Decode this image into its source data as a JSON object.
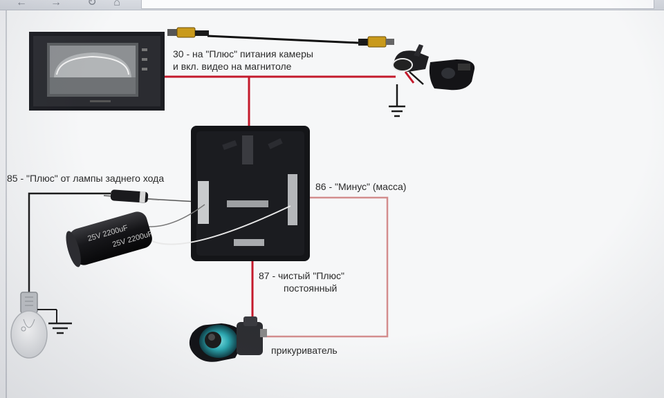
{
  "browser": {
    "nav_back_icon": "back-arrow-icon",
    "nav_forward_icon": "forward-arrow-icon",
    "reload_icon": "reload-icon",
    "home_icon": "home-icon"
  },
  "diagram": {
    "labels": {
      "pin30_line1": "30 - на \"Плюс\" питания камеры",
      "pin30_line2": "и вкл. видео на магнитоле",
      "pin85": "85 - \"Плюс\" от лампы заднего хода",
      "pin86": "86 - \"Минус\" (масса)",
      "pin87_line1": "87 - чистый \"Плюс\"",
      "pin87_line2": "постоянный",
      "lighter": "прикуриватель"
    },
    "capacitor_text": "25V 2200uF 25V 2200uF",
    "colors": {
      "red_wire": "#c41a2c",
      "pink_wire": "#d38d8d",
      "black_wire": "#1a1a1a",
      "relay_body": "#141518",
      "background": "#f4f5f7"
    }
  }
}
